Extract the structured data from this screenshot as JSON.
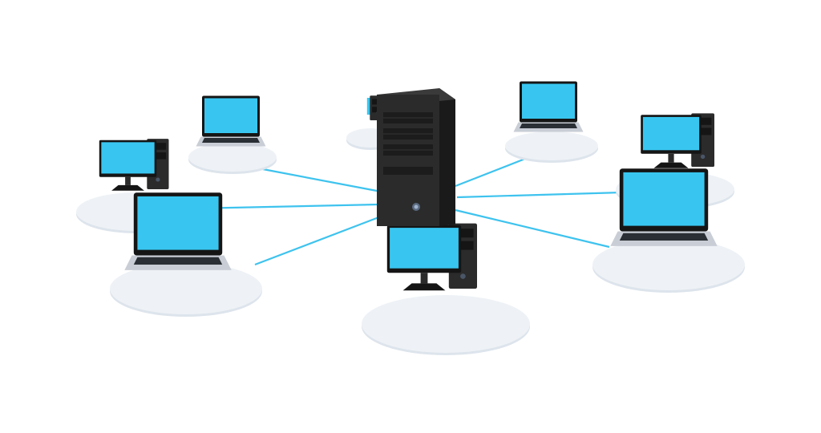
{
  "diagram": {
    "title": "",
    "type": "star-network",
    "center_node": {
      "kind": "server-tower"
    },
    "nodes": [
      {
        "kind": "laptop"
      },
      {
        "kind": "desktop"
      },
      {
        "kind": "laptop"
      },
      {
        "kind": "desktop"
      },
      {
        "kind": "server-tower"
      },
      {
        "kind": "laptop"
      },
      {
        "kind": "desktop"
      },
      {
        "kind": "laptop"
      }
    ],
    "colors": {
      "screen": "#38c6f0",
      "link": "#3ec3ee",
      "device_body": "#2b2b2b",
      "device_dark": "#151515",
      "platform": "#eef2f6",
      "platform_edge": "#dde4ec",
      "laptop_base": "#c9ced6"
    }
  }
}
